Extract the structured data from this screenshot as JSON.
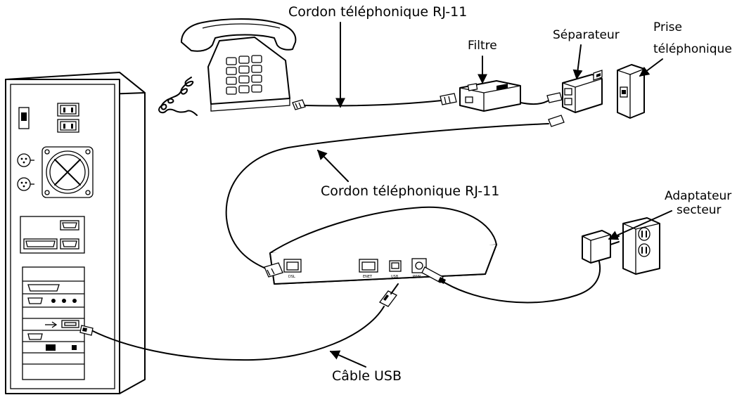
{
  "labels": {
    "cord_top": "Cordon téléphonique RJ-11",
    "filter": "Filtre",
    "splitter": "Séparateur",
    "jack_line1": "Prise",
    "jack_line2": "téléphonique",
    "cord_mid": "Cordon téléphonique RJ-11",
    "adapter_line1": "Adaptateur",
    "adapter_line2": "secteur",
    "usb_cable": "Câble USB"
  },
  "modem_ports": {
    "dsl": "DSL",
    "enet": "ENET",
    "usb": "USB",
    "pwr": "PWR"
  }
}
